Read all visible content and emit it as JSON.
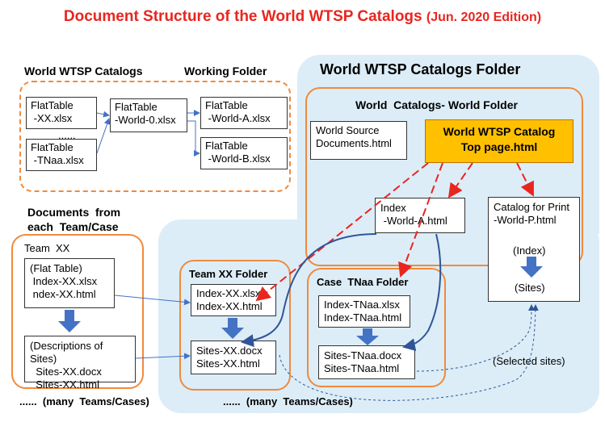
{
  "title": {
    "main": "Document Structure of the World WTSP Catalogs",
    "edition": "(Jun. 2020 Edition)"
  },
  "working": {
    "label_left": "World WTSP Catalogs",
    "label_right": "Working Folder",
    "flat_xx": [
      "FlatTable",
      " -XX.xlsx"
    ],
    "dots": "......",
    "flat_tnaa": [
      "FlatTable",
      " -TNaa.xlsx"
    ],
    "flat_world0": [
      "FlatTable",
      "-World-0.xlsx"
    ],
    "flat_worlda": [
      "FlatTable",
      " -World-A.xlsx"
    ],
    "dots2": ".......",
    "flat_worldb": [
      "FlatTable",
      " -World-B.xlsx"
    ]
  },
  "catalogs_folder": {
    "label": "World WTSP Catalogs Folder",
    "world_folder_label": "World  Catalogs- World Folder",
    "source": [
      "World Source",
      "Documents.html"
    ],
    "top": [
      "World WTSP Catalog",
      "Top page.html"
    ],
    "index": [
      "Index",
      " -World-A.html"
    ],
    "print": [
      "Catalog for Print",
      "-World-P.html"
    ],
    "print_index": "(Index)",
    "print_sites": "(Sites)"
  },
  "docs_from": [
    "Documents  from",
    "each  Team/Case"
  ],
  "team": {
    "label": "Team  XX",
    "flat": [
      "(Flat Table)",
      " Index-XX.xlsx",
      " ndex-XX.html"
    ],
    "desc": [
      "(Descriptions of Sites)",
      "  Sites-XX.docx",
      "  Sites-XX.html"
    ]
  },
  "team_folder": {
    "label": "Team XX Folder",
    "index": [
      "Index-XX.xlsx",
      "Index-XX.html"
    ],
    "sites": [
      "Sites-XX.docx",
      "Sites-XX.html"
    ]
  },
  "case_folder": {
    "label": "Case  TNaa Folder",
    "index": [
      "Index-TNaa.xlsx",
      "Index-TNaa.html"
    ],
    "sites": [
      "Sites-TNaa.docx",
      "Sites-TNaa.html"
    ]
  },
  "selected": "(Selected sites)",
  "many1": "......  (many  Teams/Cases)",
  "many2": "......  (many  Teams/Cases)",
  "colors": {
    "title": "#e8261f",
    "orange": "#f08a3c",
    "gold": "#ffc000",
    "blue": "#dcedf8",
    "arrow": "#4472c4",
    "red_dash": "#e8261f"
  }
}
